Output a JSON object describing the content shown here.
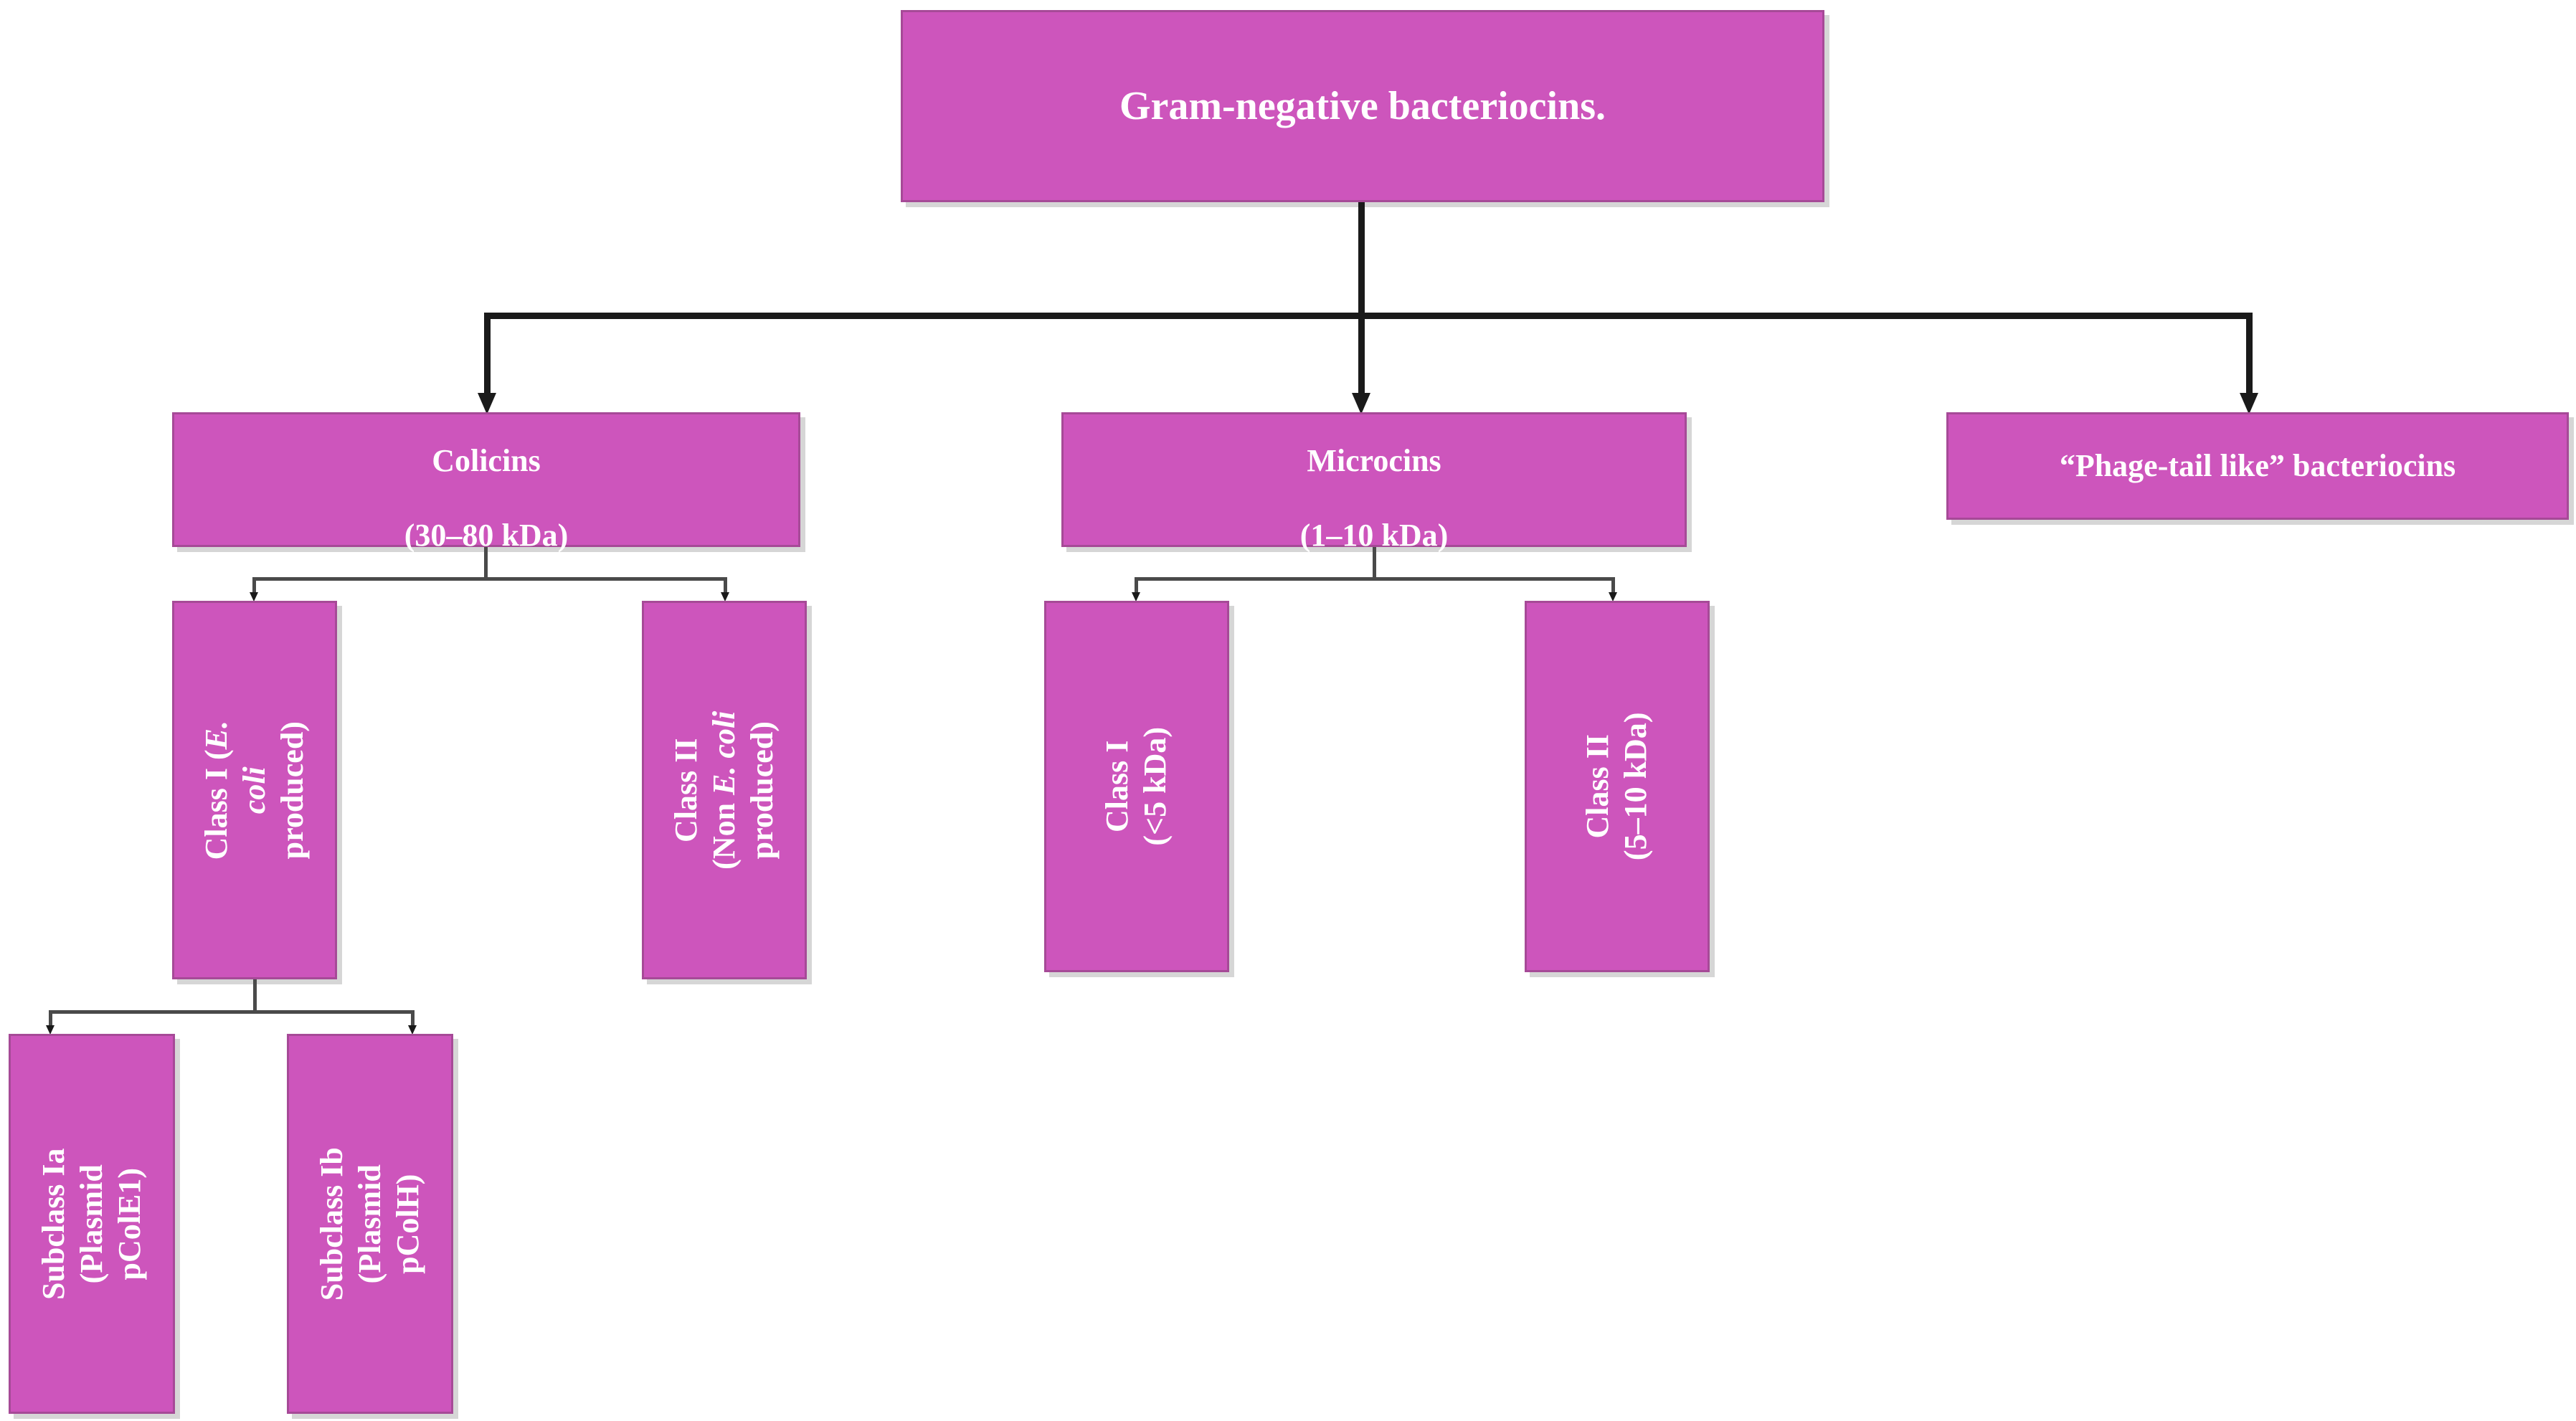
{
  "figure": {
    "title": "Gram-negative bacteriocins classification tree",
    "colors": {
      "box_fill": "#cd55bc",
      "box_border": "#a64a97",
      "box_text": "#ffffff",
      "connector": "#1a1a1a",
      "connector_thin": "#4a4a4a",
      "background": "#ffffff"
    }
  },
  "nodes": {
    "root": {
      "label": "Gram-negative bacteriocins."
    },
    "level2": [
      {
        "id": "colicins",
        "line1": "Colicins",
        "line2": "(30–80 kDa)"
      },
      {
        "id": "microcins",
        "line1": "Microcins",
        "line2": "(1–10 kDa)"
      },
      {
        "id": "phage_tail",
        "line1": "“Phage-tail like” bacteriocins",
        "line2": ""
      }
    ],
    "colicin_classes": [
      {
        "id": "colicin_class_1",
        "pre": "Class I (",
        "italic": "E. coli",
        "post": "\nproduced)",
        "full": "Class I (E. coli produced)"
      },
      {
        "id": "colicin_class_2",
        "pre": "Class II\n(Non ",
        "italic": "E. coli",
        "post": "\nproduced)",
        "full": "Class II (Non E. coli produced)"
      }
    ],
    "microcin_classes": [
      {
        "id": "microcin_class_1",
        "full": "Class I\n(<5 kDa)"
      },
      {
        "id": "microcin_class_2",
        "full": "Class II\n(5–10 kDa)"
      }
    ],
    "colicin_subclasses": [
      {
        "id": "subclass_ia",
        "full": "Subclass Ia\n(Plasmid pColE1)"
      },
      {
        "id": "subclass_ib",
        "full": "Subclass Ib\n(Plasmid pColH)"
      }
    ]
  }
}
